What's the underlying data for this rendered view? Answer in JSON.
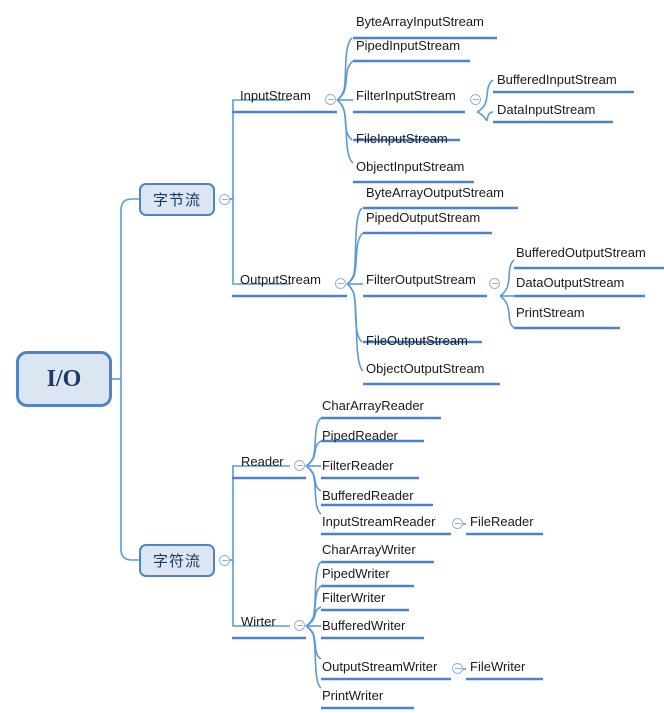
{
  "diagram": {
    "title": "Java I/O class hierarchy mind map",
    "root": {
      "label": "I/O"
    },
    "colors": {
      "node_fill": "#dce6f2",
      "node_border": "#4f85c6",
      "connector": "#5b9bd5",
      "underline": "#4a84d0",
      "text": "#1a1a1a",
      "toggle": "#8fb4de",
      "background": "#ffffff"
    },
    "branches": [
      {
        "label": "字节流",
        "collapse_icon": "minus-circle-icon",
        "children": [
          {
            "label": "InputStream",
            "collapse_icon": "minus-circle-icon",
            "children": [
              {
                "label": "ByteArrayInputStream",
                "children": []
              },
              {
                "label": "PipedInputStream",
                "children": []
              },
              {
                "label": "FilterInputStream",
                "collapse_icon": "minus-circle-icon",
                "children": [
                  {
                    "label": "BufferedInputStream"
                  },
                  {
                    "label": "DataInputStream"
                  }
                ]
              },
              {
                "label": "FileInputStream",
                "children": []
              },
              {
                "label": "ObjectInputStream",
                "children": []
              }
            ]
          },
          {
            "label": "OutputStream",
            "collapse_icon": "minus-circle-icon",
            "children": [
              {
                "label": "ByteArrayOutputStream",
                "children": []
              },
              {
                "label": "PipedOutputStream",
                "children": []
              },
              {
                "label": "FilterOutputStream",
                "collapse_icon": "minus-circle-icon",
                "children": [
                  {
                    "label": "BufferedOutputStream"
                  },
                  {
                    "label": "DataOutputStream"
                  },
                  {
                    "label": "PrintStream"
                  }
                ]
              },
              {
                "label": "FileOutputStream",
                "children": []
              },
              {
                "label": "ObjectOutputStream",
                "children": []
              }
            ]
          }
        ]
      },
      {
        "label": "字符流",
        "collapse_icon": "minus-circle-icon",
        "children": [
          {
            "label": "Reader",
            "collapse_icon": "minus-circle-icon",
            "children": [
              {
                "label": "CharArrayReader",
                "children": []
              },
              {
                "label": "PipedReader",
                "children": []
              },
              {
                "label": "FilterReader",
                "children": []
              },
              {
                "label": "BufferedReader",
                "children": []
              },
              {
                "label": "InputStreamReader",
                "collapse_icon": "minus-circle-icon",
                "children": [
                  {
                    "label": "FileReader"
                  }
                ]
              }
            ]
          },
          {
            "label": "Wirter",
            "collapse_icon": "minus-circle-icon",
            "children": [
              {
                "label": "CharArrayWriter",
                "children": []
              },
              {
                "label": "PipedWriter",
                "children": []
              },
              {
                "label": "FilterWriter",
                "children": []
              },
              {
                "label": "BufferedWriter",
                "children": []
              },
              {
                "label": "OutputStreamWriter",
                "collapse_icon": "minus-circle-icon",
                "children": [
                  {
                    "label": "FileWriter"
                  }
                ]
              },
              {
                "label": "PrintWriter",
                "children": []
              }
            ]
          }
        ]
      }
    ]
  }
}
